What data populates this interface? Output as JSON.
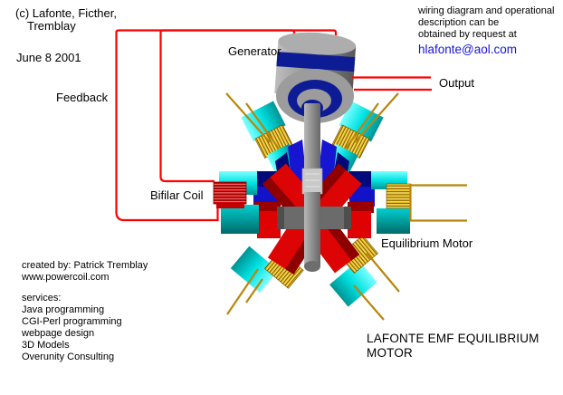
{
  "colors": {
    "background": "#FFFFFF",
    "text": "#000000",
    "email_link": "#1515DD",
    "wire_red": "#FF0000",
    "wire_gold": "#B8860B",
    "machine_gray": "#8F8F8F",
    "machine_navy": "#0D1C94",
    "machine_royal_blue": "#1414D2",
    "machine_red": "#DC0404",
    "machine_dark_red": "#8E0000",
    "coil_gold": "#E8B71A",
    "coil_red": "#D80000",
    "stator_cyan": "#00E2E2",
    "stator_teal": "#008F8F"
  },
  "annotations": {
    "copyright_line1": "(c) Lafonte, Ficther,",
    "copyright_line2": "Tremblay",
    "date": "June 8 2001",
    "feedback": "Feedback",
    "generator": "Generator",
    "output": "Output",
    "bifilar_coil": "Bifilar Coil",
    "equilibrium_motor": "Equilibrium Motor",
    "request_note_line1": "wiring diagram and operational",
    "request_note_line2": "description can be",
    "request_note_line3": "obtained by request at",
    "email": "hlafonte@aol.com",
    "caption_line1": "LAFONTE EMF EQUILIBRIUM",
    "caption_line2": "MOTOR"
  },
  "credits": {
    "created_by": "created by: Patrick Tremblay",
    "website": "www.powercoil.com",
    "services_heading": "services:",
    "services": [
      "Java programming",
      "CGI-Perl programming",
      "webpage design",
      "3D Models",
      "Overunity Consulting"
    ]
  }
}
